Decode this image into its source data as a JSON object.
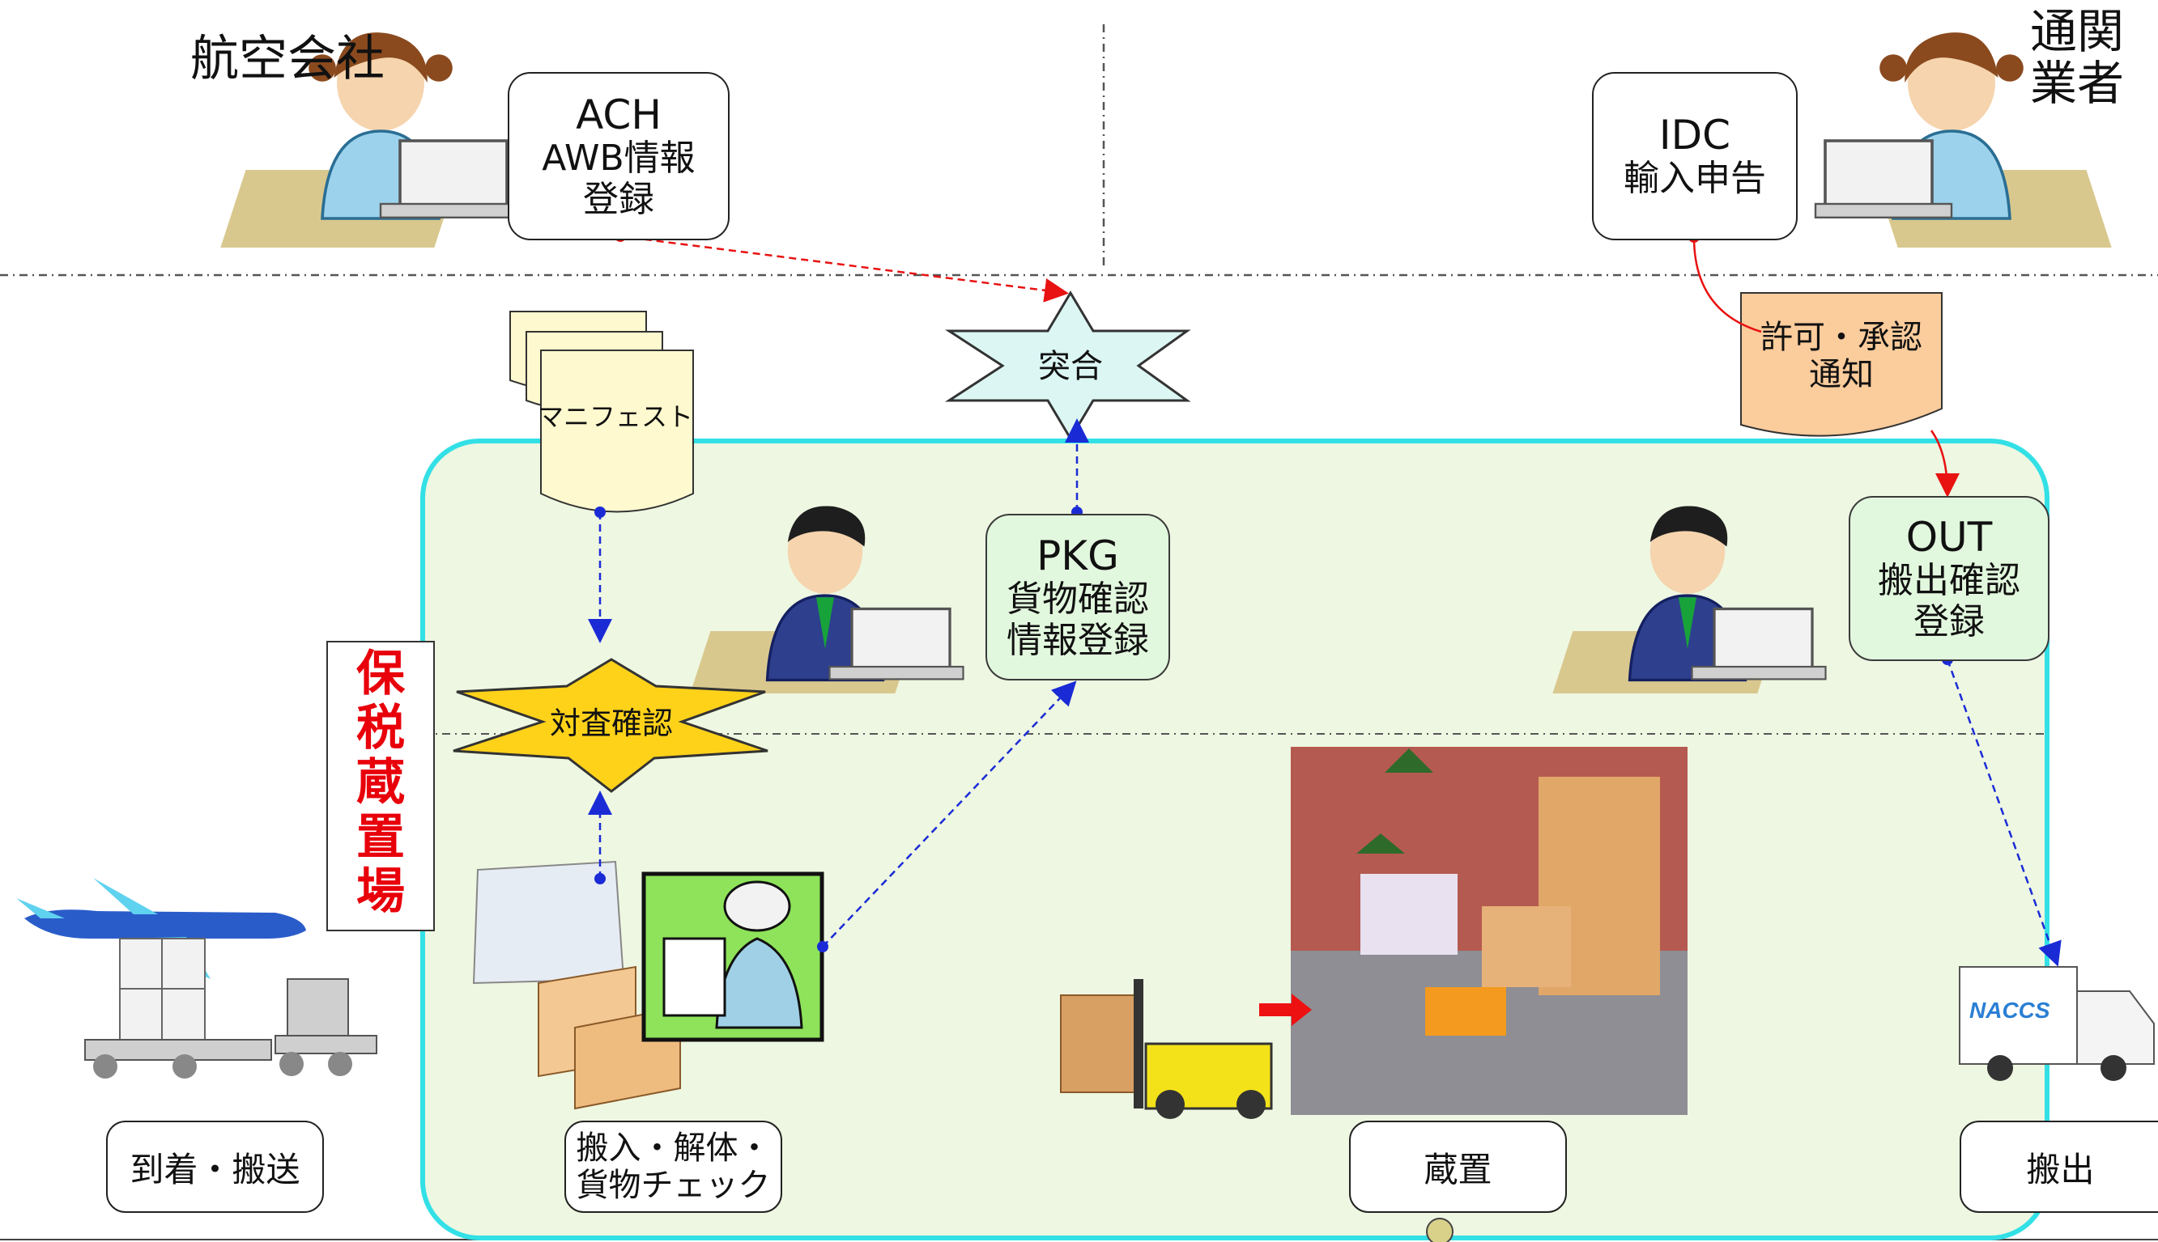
{
  "lanes": {
    "airline": "航空会社",
    "broker": "通関業者",
    "bonded_area": "保税蔵置場"
  },
  "nodes": {
    "ach": [
      "ACH",
      "AWB情報",
      "登録"
    ],
    "idc": [
      "IDC",
      "輸入申告"
    ],
    "collation": "突合",
    "manifest": "マニフェスト",
    "permit": [
      "許可・承認",
      "通知"
    ],
    "pkg": [
      "PKG",
      "貨物確認",
      "情報登録"
    ],
    "out": [
      "OUT",
      "搬出確認",
      "登録"
    ],
    "check": "対査確認"
  },
  "steps": {
    "arrival": "到着・搬送",
    "receive": [
      "搬入・解体・",
      "貨物チェック"
    ],
    "storage": "蔵置",
    "shipout": "搬出"
  },
  "logo": "NACCS",
  "colors": {
    "bonded_fill": "#eef7e1",
    "bonded_border": "#33e0e6",
    "bonded_label": "#e8000b",
    "green_box": "#e2f8de",
    "collation_fill": "#dcf7f3",
    "check_fill": "#ffd21a",
    "permit_fill": "#fbcc9c",
    "manifest_fill": "#fff9cf",
    "flow_blue": "#1a2bd6",
    "flow_red": "#e81212"
  }
}
